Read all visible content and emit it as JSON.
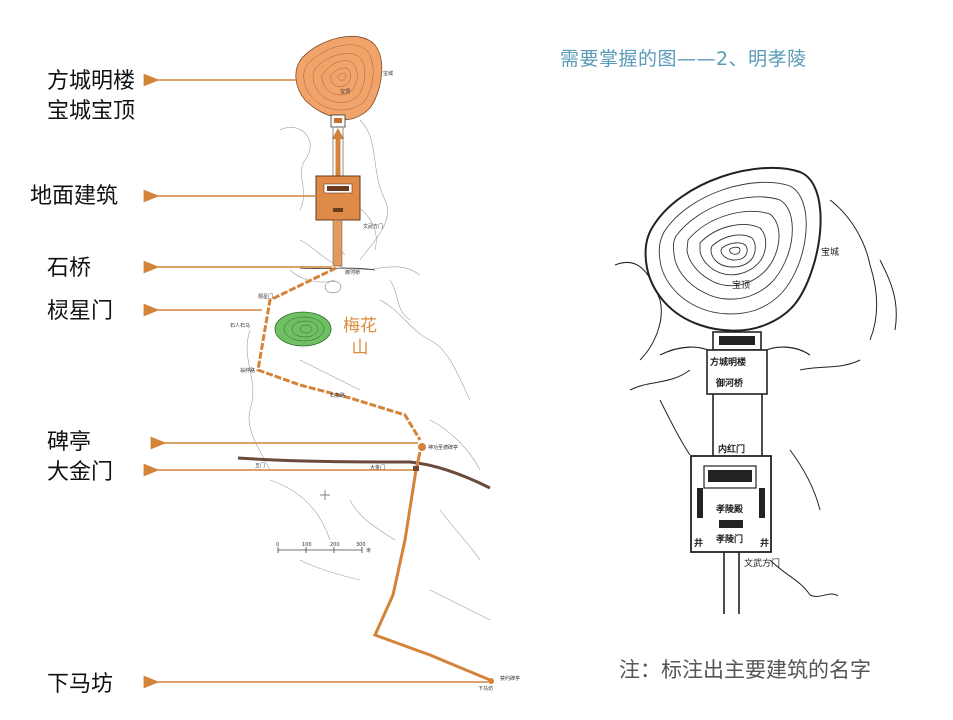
{
  "title": "需要掌握的图——2、明孝陵",
  "note": "注：标注出主要建筑的名字",
  "left_labels": [
    {
      "id": "fangcheng",
      "lines": [
        "方城明楼",
        "宝城宝顶"
      ]
    },
    {
      "id": "dimian",
      "lines": [
        "地面建筑"
      ]
    },
    {
      "id": "shiqiao",
      "lines": [
        "石桥"
      ]
    },
    {
      "id": "lingxing",
      "lines": [
        "棂星门"
      ]
    },
    {
      "id": "beiting",
      "lines": [
        "碑亭",
        "大金门"
      ]
    },
    {
      "id": "xiamafang",
      "lines": [
        "下马坊"
      ]
    }
  ],
  "meihuashan": [
    "梅花",
    "山"
  ],
  "right_map": {
    "baocheng": "宝城",
    "baoding": "宝顶",
    "fangchengminglou": "方城明楼",
    "yuheqiao": "御河桥",
    "neihongmen": "内红门",
    "xiaolingdian": "孝陵殿",
    "xiaolingmen": "孝陵门",
    "wenwufangmen": "文武方门",
    "jing_left": "井",
    "jing_right": "井"
  },
  "left_map_small": {
    "baocheng": "宝城",
    "baoding": "宝顶",
    "wenwu": "文武方门",
    "yuhe": "御河桥",
    "lingxing": "棂星门",
    "shixiang": "石人石马",
    "shi_xiang_dao": "石象路",
    "wengzhong": "翁仲路",
    "shenglu": "神功圣德碑亭",
    "dajinmen": "大金门",
    "xiama": "下马坊",
    "jinbei": "禁约碑亭",
    "wumen": "五门",
    "scale": [
      "0",
      "100",
      "200",
      "300",
      "米"
    ]
  },
  "colors": {
    "arrow": "#d4843a",
    "path": "#d4843a",
    "mound": "#f2a36a",
    "green": "#6fbf63",
    "wall": "#6b4a3a"
  }
}
